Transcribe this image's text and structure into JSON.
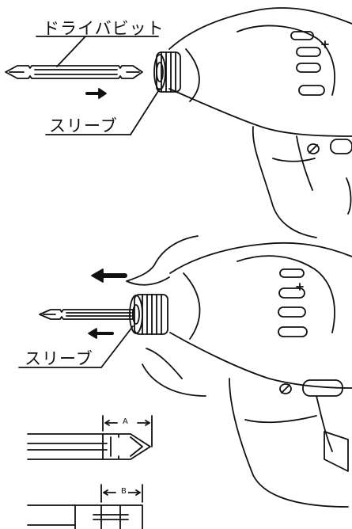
{
  "labels": {
    "driver_bit": "ドライバビット",
    "sleeve_top": "スリーブ",
    "sleeve_mid": "スリーブ",
    "dim_a": "A",
    "dim_b": "B"
  },
  "colors": {
    "line": "#111111",
    "background": "#ffffff"
  }
}
